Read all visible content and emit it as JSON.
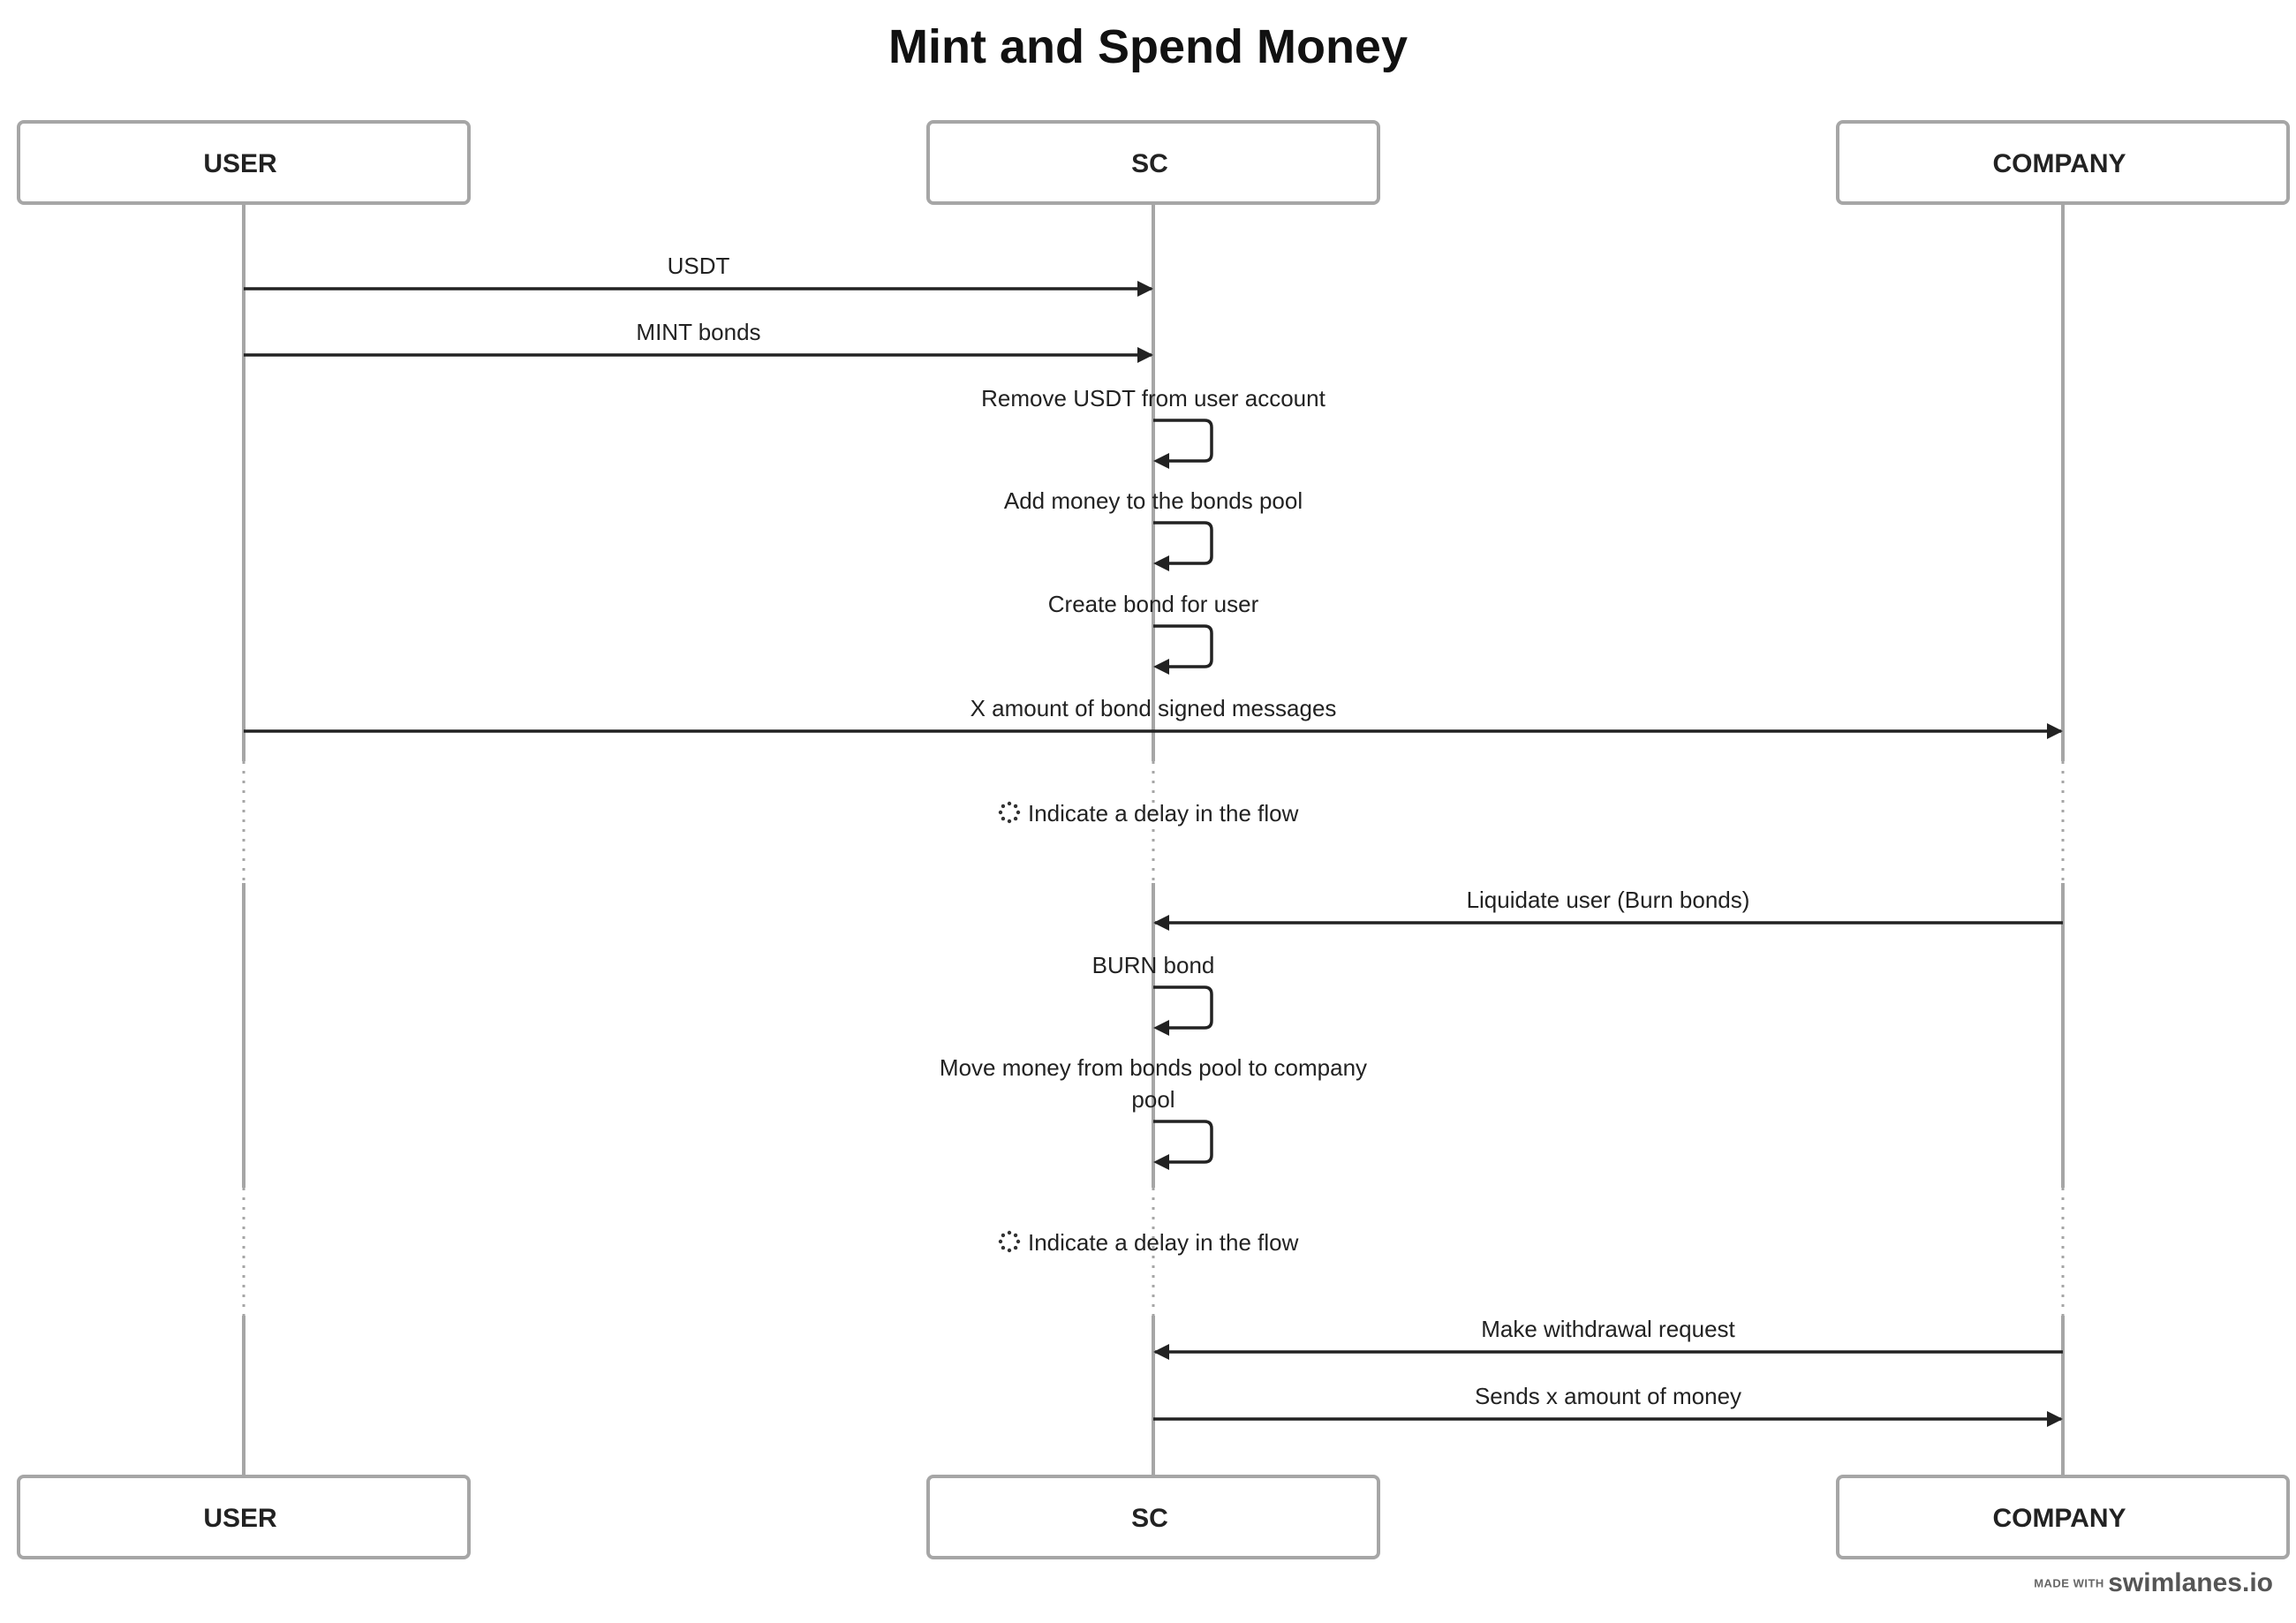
{
  "title": "Mint and Spend Money",
  "actors": [
    {
      "id": "user",
      "label": "USER"
    },
    {
      "id": "sc",
      "label": "SC"
    },
    {
      "id": "company",
      "label": "COMPANY"
    }
  ],
  "steps": [
    {
      "type": "message",
      "from": "user",
      "to": "sc",
      "label": "USDT"
    },
    {
      "type": "message",
      "from": "user",
      "to": "sc",
      "label": "MINT bonds"
    },
    {
      "type": "self",
      "actor": "sc",
      "label": "Remove USDT from user account"
    },
    {
      "type": "self",
      "actor": "sc",
      "label": "Add money to the bonds pool"
    },
    {
      "type": "self",
      "actor": "sc",
      "label": "Create bond for user"
    },
    {
      "type": "message",
      "from": "user",
      "to": "company",
      "label": "X amount of bond signed messages"
    },
    {
      "type": "delay",
      "label": "Indicate a delay in the flow"
    },
    {
      "type": "message",
      "from": "company",
      "to": "sc",
      "label": "Liquidate user (Burn bonds)"
    },
    {
      "type": "self",
      "actor": "sc",
      "label": "BURN bond"
    },
    {
      "type": "self",
      "actor": "sc",
      "label": "Move money from bonds pool to company",
      "label_line2": "pool"
    },
    {
      "type": "delay",
      "label": "Indicate a delay in the flow"
    },
    {
      "type": "message",
      "from": "company",
      "to": "sc",
      "label": "Make withdrawal request"
    },
    {
      "type": "message",
      "from": "sc",
      "to": "company",
      "label": "Sends x amount of money"
    }
  ],
  "footer": {
    "made_with": "MADE WITH",
    "brand": "swimlanes.io"
  },
  "colors": {
    "lifeline": "#a6a6a6",
    "arrow": "#222222",
    "box_border": "#a6a6a6"
  }
}
